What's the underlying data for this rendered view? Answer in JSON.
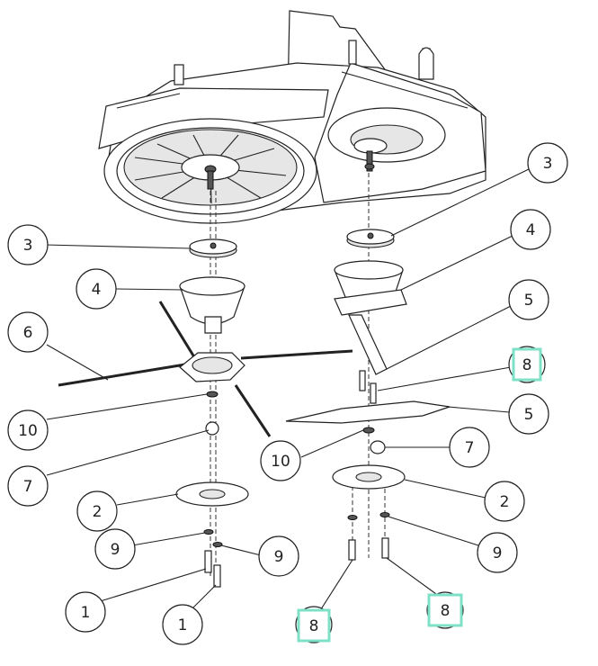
{
  "callouts": {
    "c1a": "1",
    "c1b": "1",
    "c2a": "2",
    "c2b": "2",
    "c3a": "3",
    "c3b": "3",
    "c4a": "4",
    "c4b": "4",
    "c5a": "5",
    "c5b": "5",
    "c6": "6",
    "c7a": "7",
    "c7b": "7",
    "c8a": "8",
    "c8b": "8",
    "c8c": "8",
    "c9a": "9",
    "c9b": "9",
    "c9c": "9",
    "c10a": "10",
    "c10b": "10"
  },
  "colors": {
    "highlight": "#7fe0c8",
    "line": "#222222"
  }
}
